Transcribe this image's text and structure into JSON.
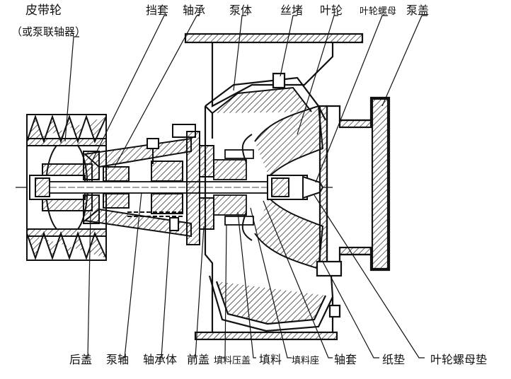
{
  "title_lines": [
    "皮带轮",
    "（或泵联轴器）"
  ],
  "top_labels": [
    "挡套",
    "轴承",
    "泵体",
    "丝堵",
    "叶轮",
    "叶轮螺母",
    "泵盖"
  ],
  "bottom_labels": [
    "后盖",
    "泵轴",
    "轴承体",
    "前盖",
    "填料压盖",
    "填料",
    "填料座",
    "轴套",
    "纸垫",
    "叶轮螺母垫"
  ],
  "colors": {
    "ink": "#111111",
    "paper": "#ffffff"
  }
}
